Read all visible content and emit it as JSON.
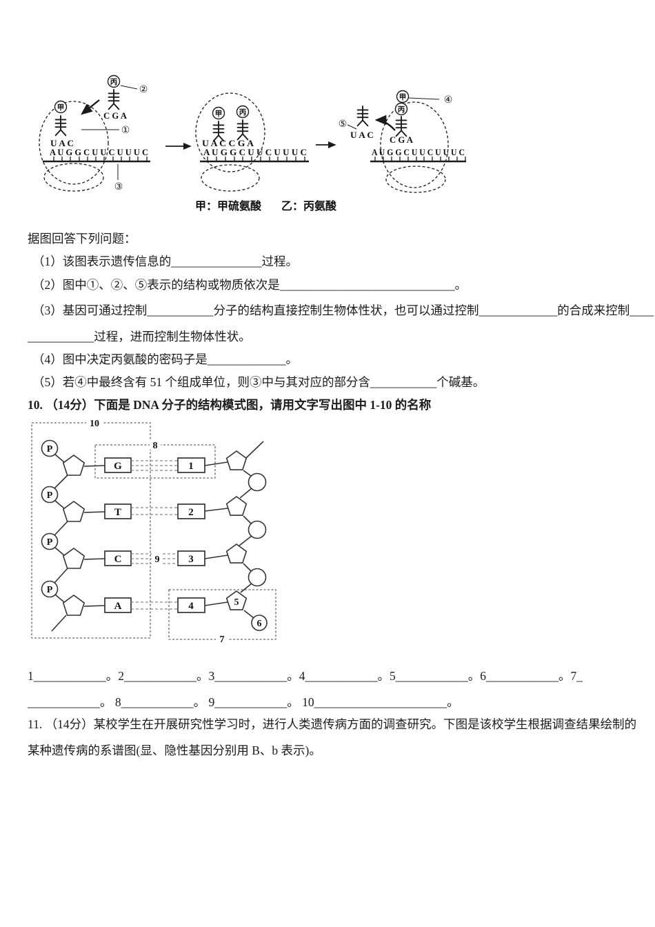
{
  "figure_translation": {
    "amino_acid_jia": "甲",
    "amino_acid_bing": "丙",
    "anticodon_uac": "U A C",
    "anticodon_cga": "C G A",
    "anticodon_pair": "U A C C G A",
    "mrna_sequence": "A U G G C U U C U U U C",
    "callout_1": "①",
    "callout_2": "②",
    "callout_3": "③",
    "callout_4": "④",
    "callout_5": "⑤",
    "caption_left": "甲：甲硫氨酸",
    "caption_right": "乙：丙氨酸"
  },
  "question9": {
    "intro": "据图回答下列问题：",
    "items": [
      "（1）该图表示遗传信息的_______________过程。",
      "（2）图中①、②、⑤表示的结构或物质依次是_____________________________。",
      "（3）基因可通过控制___________分子的结构直接控制生物体性状，也可以通过控制_____________的合成来控制____",
      "___________过程，进而控制生物体性状。",
      "（4）图中决定丙氨酸的密码子是_____________。",
      "（5）若④中最终含有 51 个组成单位，则③中与其对应的部分含___________个碱基。"
    ]
  },
  "question10": {
    "stem": "10. （14分）下面是 DNA 分子的结构模式图，请用文字写出图中 1-10 的名称",
    "answer_line_1": "1____________。2____________。3____________。4____________。5____________。6____________。7_",
    "answer_line_2": "____________。 8____________。 9____________。 10______________________。"
  },
  "figure_dna": {
    "left_bases": [
      "G",
      "T",
      "C",
      "A"
    ],
    "right_numbers": [
      "1",
      "2",
      "3",
      "4"
    ],
    "phosphate_label": "P",
    "num_5": "5",
    "num_6": "6",
    "num_7": "7",
    "num_8": "8",
    "num_9": "9",
    "num_10": "10"
  },
  "question11": {
    "line1": "11. （14分）某校学生在开展研究性学习时，进行人类遗传病方面的调查研究。下图是该校学生根据调查结果绘制的",
    "line2": "某种遗传病的系谱图(显、隐性基因分别用 B、b 表示)。"
  }
}
